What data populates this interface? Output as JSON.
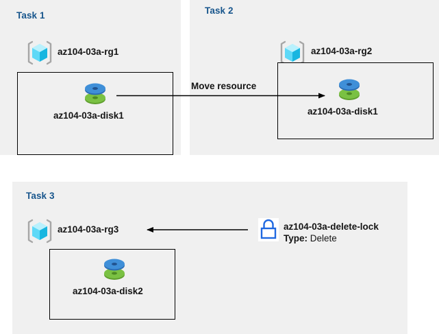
{
  "diagram": {
    "title_color": "#17558c",
    "panel_bg": "#f0f0f0",
    "canvas_bg": "#ffffff",
    "border_color": "#000000"
  },
  "tasks": [
    {
      "id": "task1",
      "title": "Task 1",
      "resource_group": {
        "label": "az104-03a-rg1",
        "icon": "resource-group-icon"
      },
      "disk": {
        "label": "az104-03a-disk1",
        "icon": "managed-disk-icon"
      }
    },
    {
      "id": "task2",
      "title": "Task 2",
      "resource_group": {
        "label": "az104-03a-rg2",
        "icon": "resource-group-icon"
      },
      "disk": {
        "label": "az104-03a-disk1",
        "icon": "managed-disk-icon"
      }
    },
    {
      "id": "task3",
      "title": "Task 3",
      "resource_group": {
        "label": "az104-03a-rg3",
        "icon": "resource-group-icon"
      },
      "disk": {
        "label": "az104-03a-disk2",
        "icon": "managed-disk-icon"
      },
      "lock": {
        "icon": "lock-icon",
        "name": "az104-03a-delete-lock",
        "type_label": "Type:",
        "type_value": "Delete"
      }
    }
  ],
  "connectors": [
    {
      "id": "move-resource-arrow",
      "label": "Move resource",
      "direction": "right",
      "from": "task1-disk1",
      "to": "task2-disk1"
    },
    {
      "id": "lock-apply-arrow",
      "label": "",
      "direction": "left",
      "from": "task3-delete-lock",
      "to": "task3-rg3"
    }
  ],
  "icon_colors": {
    "cube_light": "#9ae9fb",
    "cube_mid": "#4fd4f5",
    "cube_dark": "#18b6e0",
    "bracket": "#a6a6a6",
    "disk_blue": "#3f8fd8",
    "disk_blue_dark": "#2b6cb4",
    "disk_green": "#7ac143",
    "disk_green_dark": "#5f9e2e",
    "lock_blue": "#1f68e0"
  }
}
